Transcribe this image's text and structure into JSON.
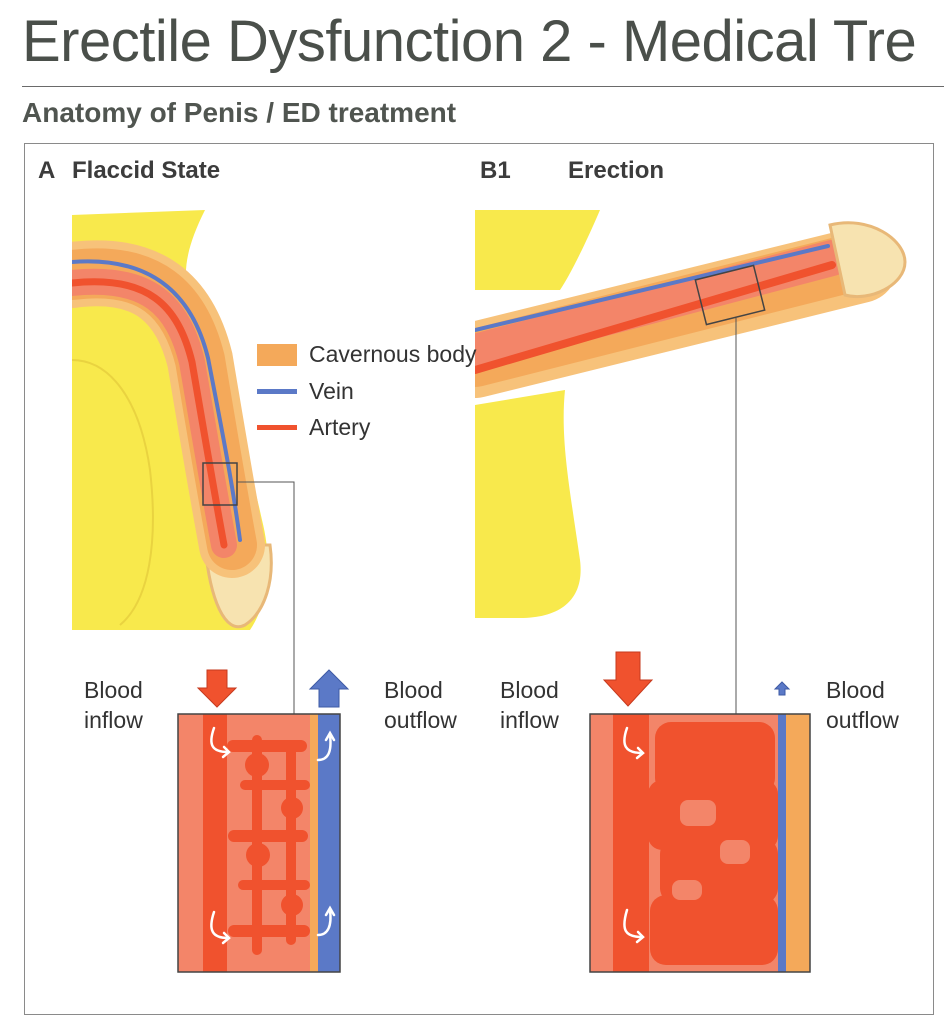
{
  "header": {
    "title": "Erectile Dysfunction 2 - Medical Tre",
    "subtitle": "Anatomy of Penis / ED treatment"
  },
  "panels": {
    "flaccid": {
      "letter": "A",
      "name": "Flaccid State"
    },
    "erection": {
      "letter": "B1",
      "name": "Erection"
    }
  },
  "legend": [
    {
      "label": "Cavernous body",
      "color": "#f4a95a"
    },
    {
      "label": "Vein",
      "color": "#5b79c7"
    },
    {
      "label": "Artery",
      "color": "#f0522e"
    }
  ],
  "labels": {
    "flaccid_inflow": [
      "Blood",
      "inflow"
    ],
    "flaccid_outflow": [
      "Blood",
      "outflow"
    ],
    "erection_inflow": [
      "Blood",
      "inflow"
    ],
    "erection_outflow": [
      "Blood",
      "outflow"
    ]
  },
  "colors": {
    "skin": "#f8e94c",
    "cavernous": "#f4a95a",
    "cavernous_light": "#f7c27a",
    "tissue": "#f38569",
    "artery": "#f0522e",
    "vein": "#5b79c7",
    "cream": "#f7e3b0"
  }
}
